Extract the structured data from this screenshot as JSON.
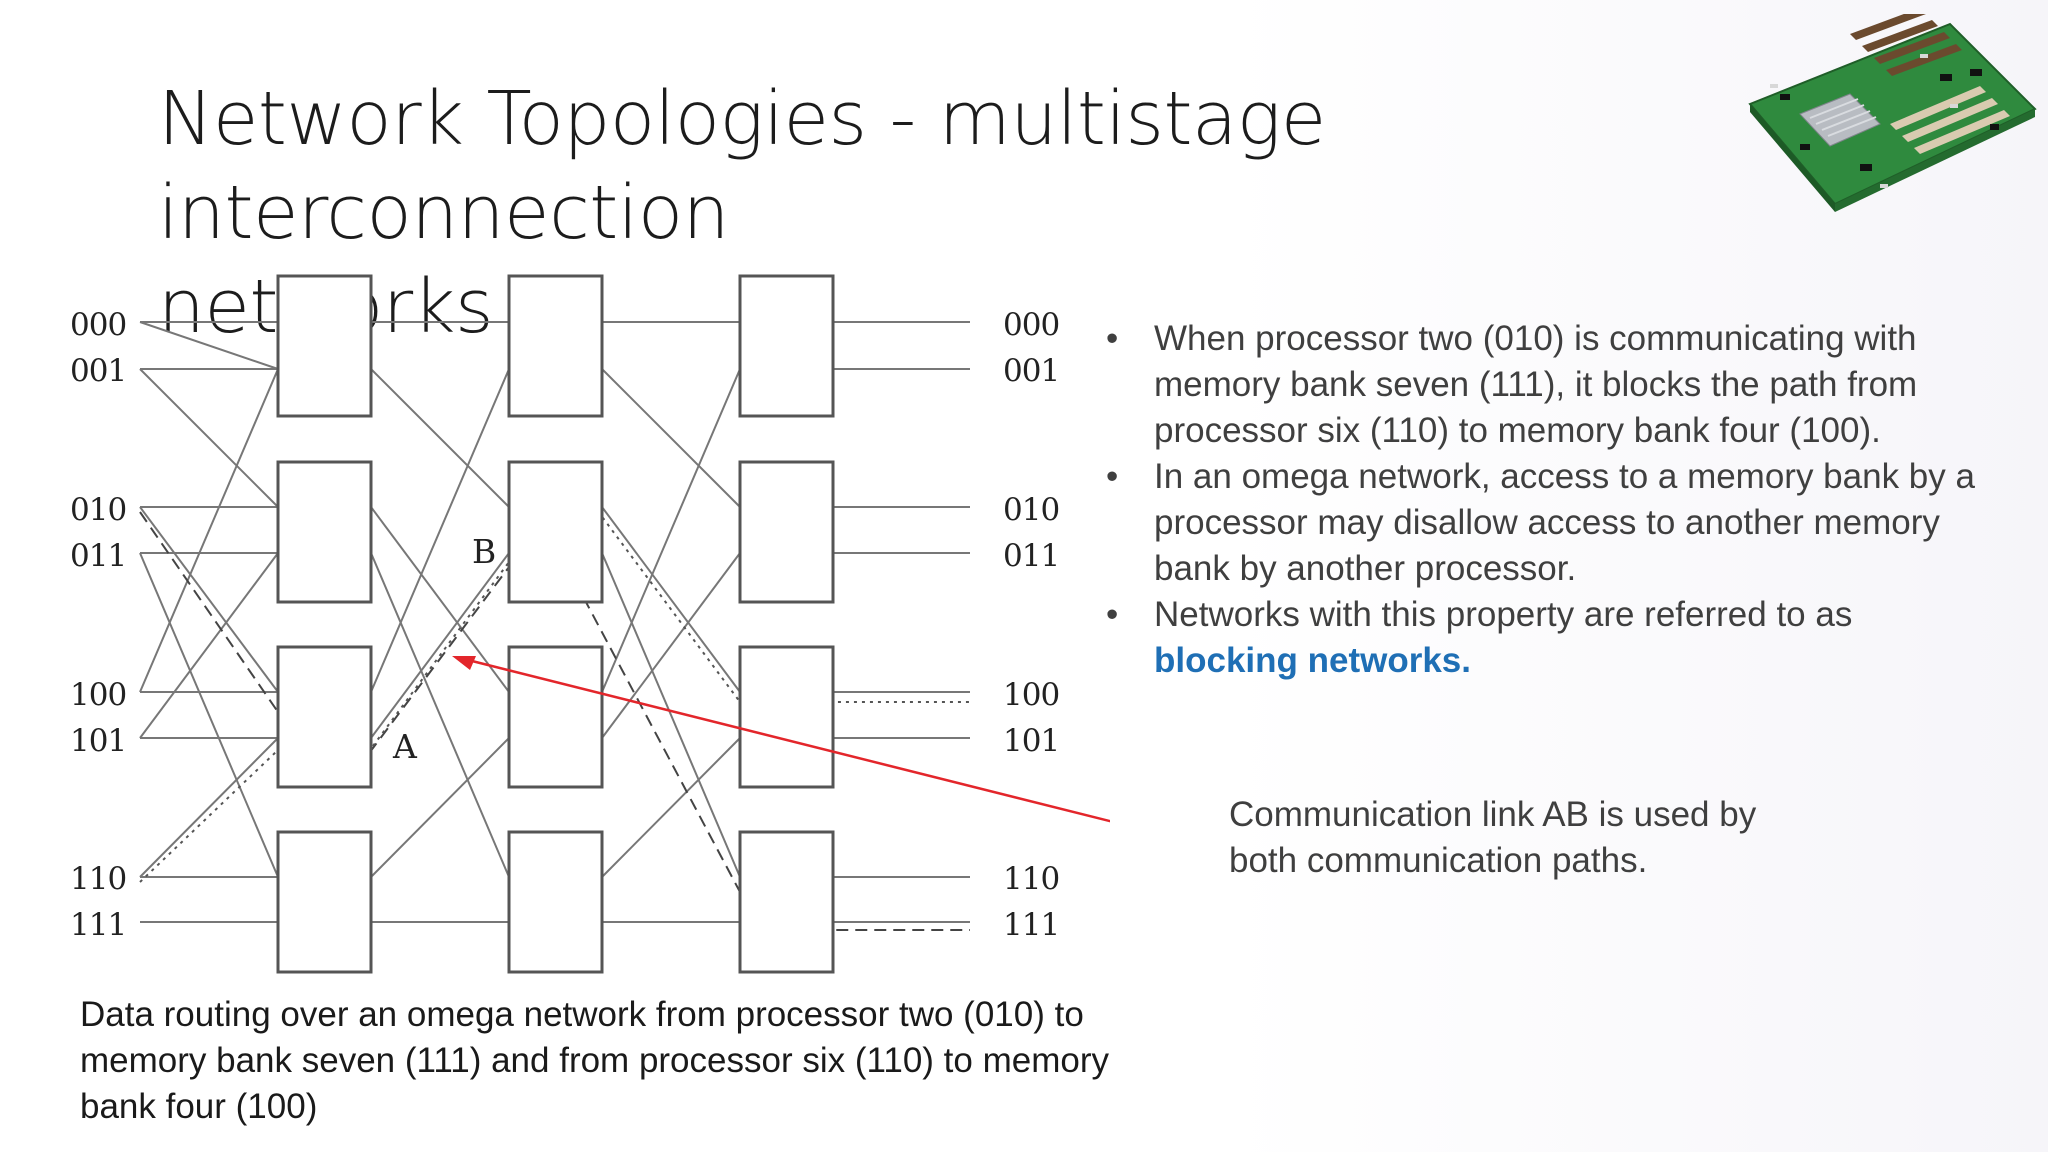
{
  "slide": {
    "title_line1": "Network Topologies - multistage interconnection",
    "title_line2": "networks",
    "bullets": [
      "When processor two (010) is communicating with memory bank seven (111), it blocks the path from processor six (110) to memory bank four (100).",
      "In an omega network, access to a memory bank by a processor may disallow access to another memory bank by another processor.",
      "Networks with this property are referred to as "
    ],
    "highlight_term": "blocking networks.",
    "annotation": "Communication link AB is used by both communication paths.",
    "caption": "Data routing over an omega network from processor two (010) to memory bank seven (111) and from processor six (110) to memory bank four (100)"
  },
  "diagram": {
    "inputs": [
      "000",
      "001",
      "010",
      "011",
      "100",
      "101",
      "110",
      "111"
    ],
    "outputs": [
      "000",
      "001",
      "010",
      "011",
      "100",
      "101",
      "110",
      "111"
    ],
    "node_a": "A",
    "node_b": "B",
    "arrow_color": "#e3262b"
  }
}
